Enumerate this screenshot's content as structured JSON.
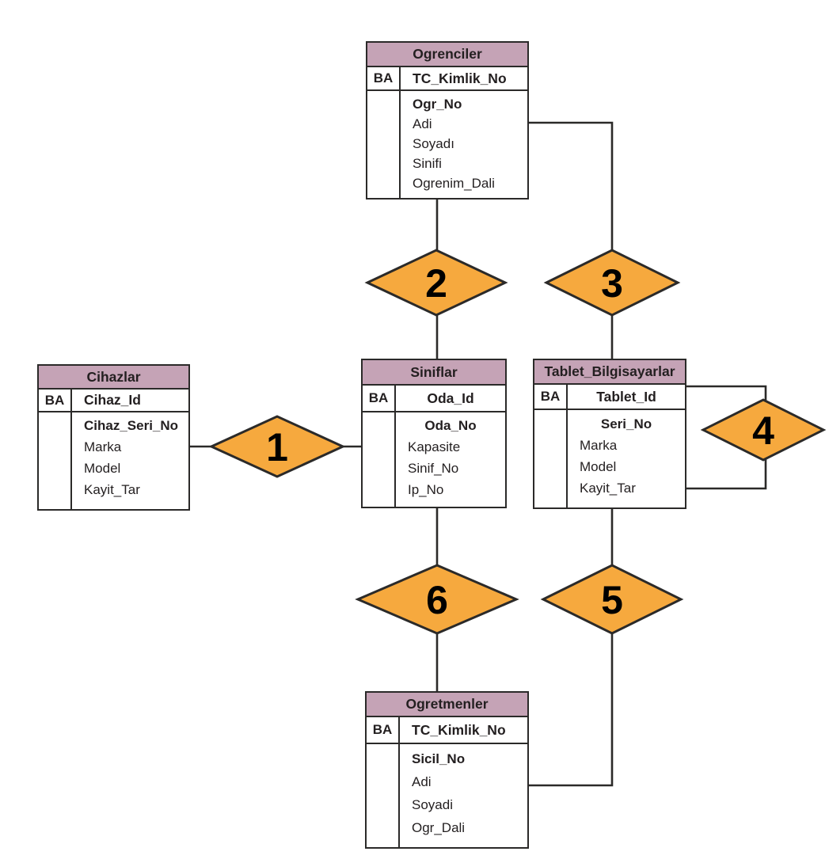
{
  "colors": {
    "entity_header_fill": "#C5A3B6",
    "diamond_fill": "#F6A93E",
    "line": "#2B2A29",
    "text": "#231F20",
    "background": "#FFFFFF"
  },
  "entities": [
    {
      "name": "Ogrenciler",
      "ba": "BA",
      "primary_key": "TC_Kimlik_No",
      "attributes": [
        "Ogr_No",
        "Adi",
        "Soyadı",
        "Sinifi",
        "Ogrenim_Dali"
      ]
    },
    {
      "name": "Cihazlar",
      "ba": "BA",
      "primary_key": "Cihaz_Id",
      "attributes": [
        "Cihaz_Seri_No",
        "Marka",
        "Model",
        "Kayit_Tar"
      ]
    },
    {
      "name": "Siniflar",
      "ba": "BA",
      "primary_key": "Oda_Id",
      "attributes": [
        "Oda_No",
        "Kapasite",
        "Sinif_No",
        "Ip_No"
      ]
    },
    {
      "name": "Tablet_Bilgisayarlar",
      "ba": "BA",
      "primary_key": "Tablet_Id",
      "attributes": [
        "Seri_No",
        "Marka",
        "Model",
        "Kayit_Tar"
      ]
    },
    {
      "name": "Ogretmenler",
      "ba": "BA",
      "primary_key": "TC_Kimlik_No",
      "attributes": [
        "Sicil_No",
        "Adi",
        "Soyadi",
        "Ogr_Dali"
      ]
    }
  ],
  "relationships": [
    {
      "label": "1",
      "between": [
        "Cihazlar",
        "Siniflar"
      ]
    },
    {
      "label": "2",
      "between": [
        "Ogrenciler",
        "Siniflar"
      ]
    },
    {
      "label": "3",
      "between": [
        "Ogrenciler",
        "Tablet_Bilgisayarlar"
      ]
    },
    {
      "label": "4",
      "between": [
        "Tablet_Bilgisayarlar",
        "Tablet_Bilgisayarlar"
      ]
    },
    {
      "label": "5",
      "between": [
        "Tablet_Bilgisayarlar",
        "Ogretmenler"
      ]
    },
    {
      "label": "6",
      "between": [
        "Siniflar",
        "Ogretmenler"
      ]
    }
  ]
}
